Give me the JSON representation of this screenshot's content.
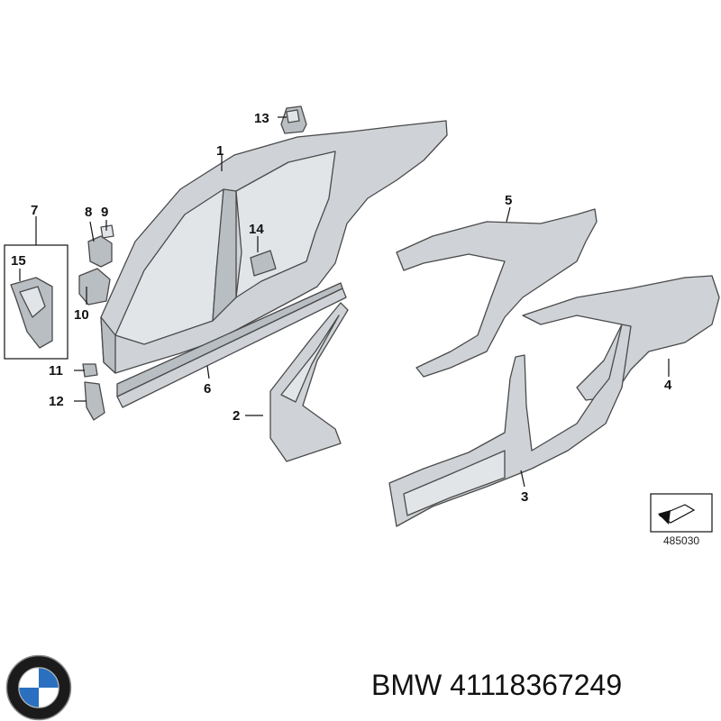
{
  "diagram": {
    "callouts": [
      {
        "id": "1",
        "label": "1"
      },
      {
        "id": "2",
        "label": "2"
      },
      {
        "id": "3",
        "label": "3"
      },
      {
        "id": "4",
        "label": "4"
      },
      {
        "id": "5",
        "label": "5"
      },
      {
        "id": "6",
        "label": "6"
      },
      {
        "id": "7",
        "label": "7"
      },
      {
        "id": "8",
        "label": "8"
      },
      {
        "id": "9",
        "label": "9"
      },
      {
        "id": "10",
        "label": "10"
      },
      {
        "id": "11",
        "label": "11"
      },
      {
        "id": "12",
        "label": "12"
      },
      {
        "id": "13",
        "label": "13"
      },
      {
        "id": "14",
        "label": "14"
      },
      {
        "id": "15",
        "label": "15"
      }
    ],
    "reference_number": "485030"
  },
  "caption": {
    "brand": "BMW",
    "part_number": "41118367249",
    "text": "BMW 41118367249"
  },
  "logo": {
    "name": "bmw-roundel",
    "colors": {
      "ring": "#1b1b1b",
      "blue": "#2a6fc0",
      "white": "#ffffff"
    }
  }
}
